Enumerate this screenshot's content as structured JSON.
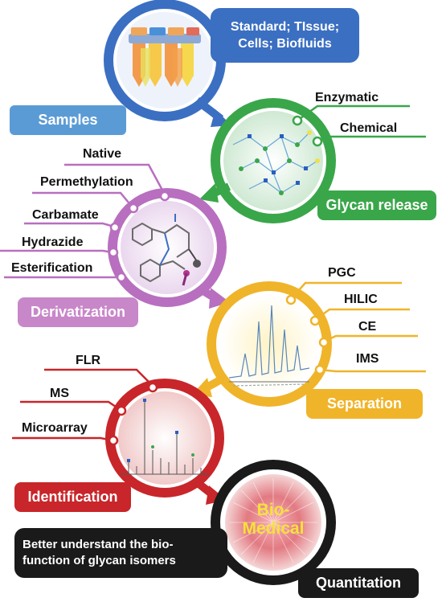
{
  "colors": {
    "samples": "#3b6fc2",
    "glycan_release": "#3aa64a",
    "derivatization": "#b86fbf",
    "separation": "#f0b42a",
    "identification": "#c8262a",
    "quantitation": "#1a1a1a",
    "samples_box": "#5b9bd5",
    "samples_title_box": "#3b6fc2",
    "derivatization_box": "#c887c9"
  },
  "stages": {
    "samples": {
      "label": "Samples",
      "detail": [
        "Standard; TIssue;",
        "Cells; Biofluids"
      ],
      "icon": "sample-tubes-icon"
    },
    "glycan_release": {
      "label": "Glycan release",
      "methods": [
        "Enzymatic",
        "Chemical"
      ],
      "icon": "glycan-network-icon"
    },
    "derivatization": {
      "label": "Derivatization",
      "methods": [
        "Native",
        "Permethylation",
        "Carbamate",
        "Hydrazide",
        "Esterification"
      ],
      "icon": "molecule-structure-icon"
    },
    "separation": {
      "label": "Separation",
      "methods": [
        "PGC",
        "HILIC",
        "CE",
        "IMS"
      ],
      "icon": "chromatogram-icon"
    },
    "identification": {
      "label": "Identification",
      "methods": [
        "FLR",
        "MS",
        "Microarray"
      ],
      "icon": "mass-spectrum-icon"
    },
    "quantitation": {
      "label": "Quantitation",
      "center": "Bio-\nMedical",
      "caption": "Better understand the bio-\nfunction of glycan isomers"
    }
  }
}
